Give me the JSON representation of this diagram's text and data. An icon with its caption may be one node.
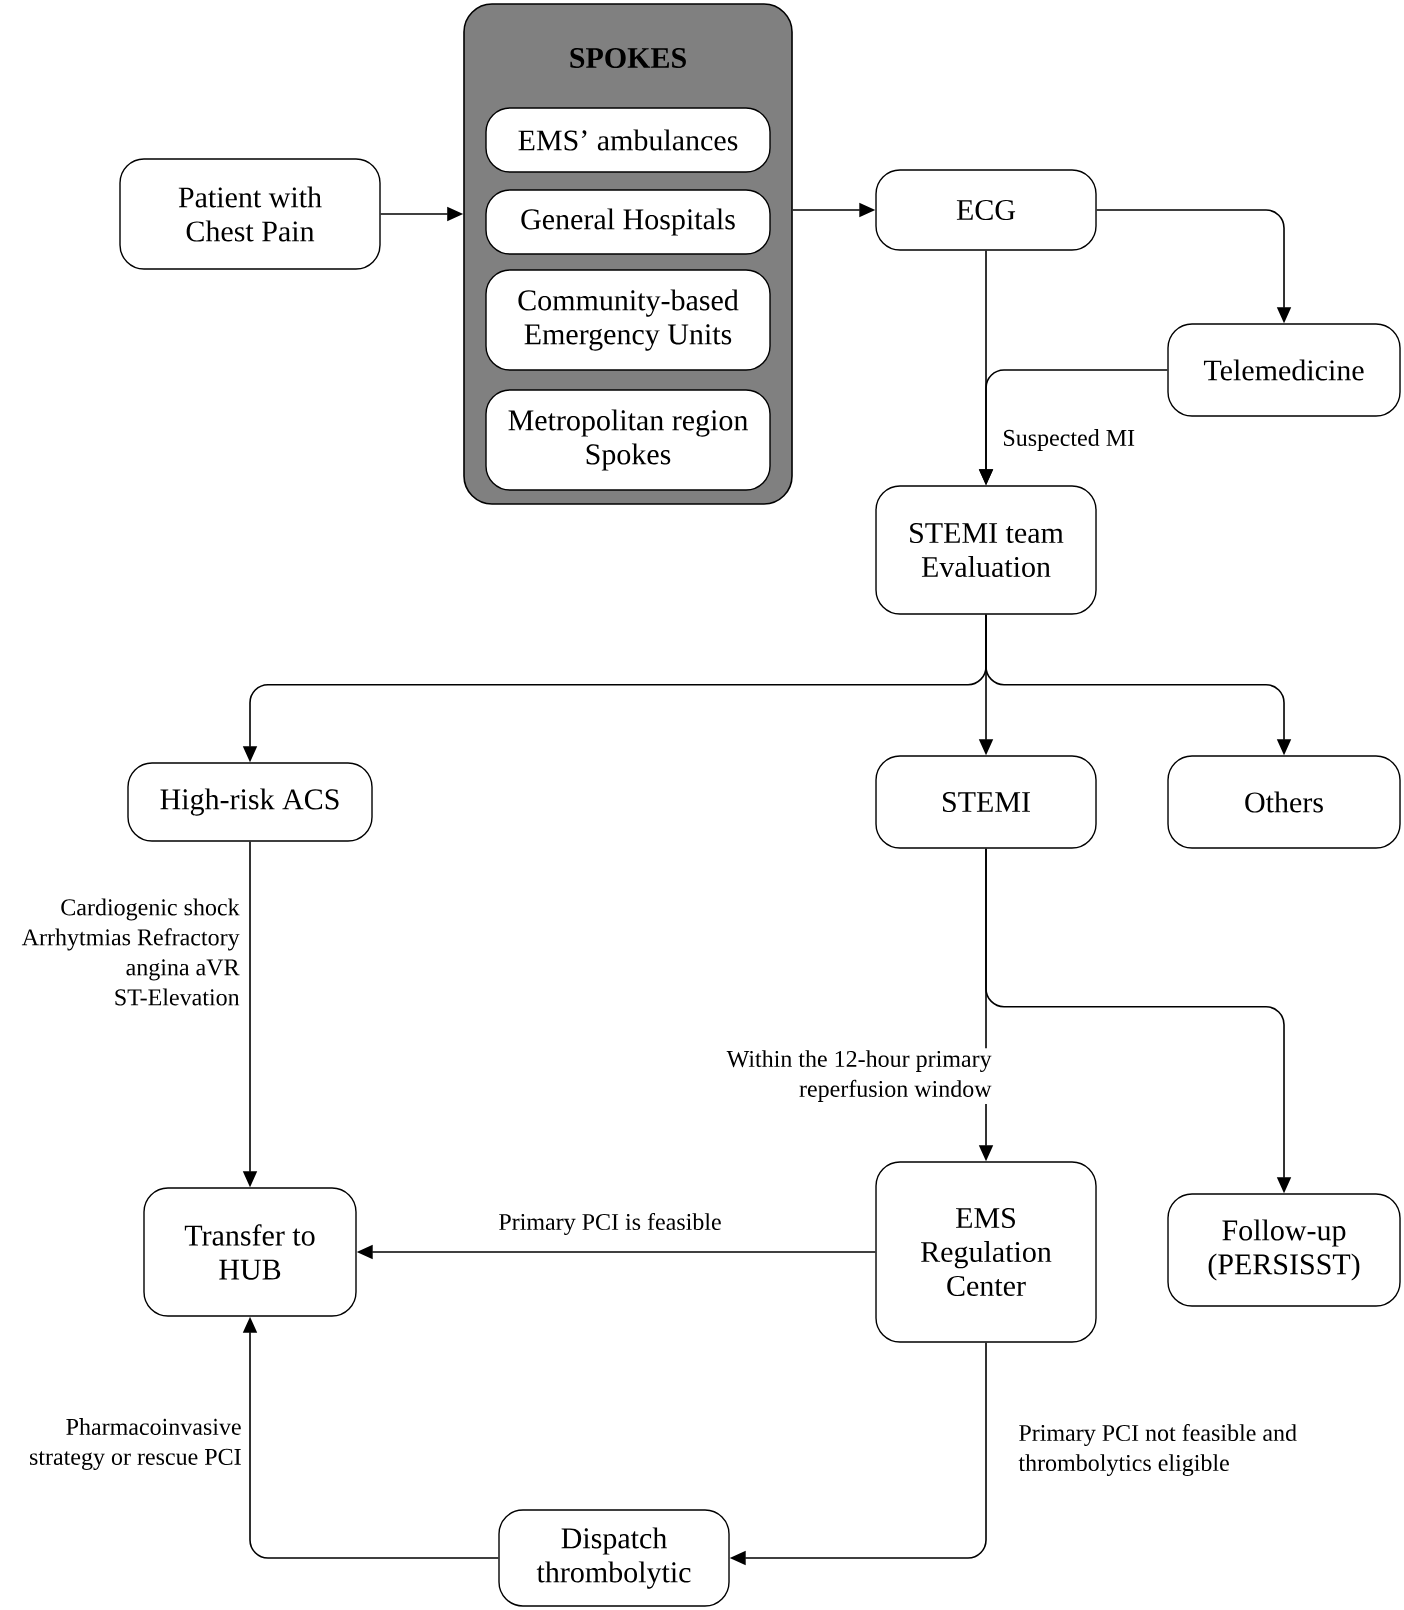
{
  "diagram": {
    "nodes": [
      {
        "text": [
          "Patient with Chest Pain"
        ]
      },
      {
        "text": [
          "SPOKES"
        ]
      },
      {
        "text": [
          "EMS’ ambulances"
        ],
        "in": 1
      },
      {
        "text": [
          "General Hospitals"
        ],
        "in": 1
      },
      {
        "text": [
          "Community-based Emergency Units"
        ],
        "in": 1
      },
      {
        "text": [
          "Metropolitan region Spokes"
        ],
        "in": 1
      },
      {
        "text": [
          "ECG"
        ]
      },
      {
        "text": [
          "Telemedicine"
        ]
      },
      {
        "text": [
          "STEMI team Evaluation"
        ]
      },
      {
        "text": [
          "High-risk ACS"
        ]
      },
      {
        "text": [
          "STEMI"
        ]
      },
      {
        "text": [
          "Others"
        ]
      },
      {
        "text": [
          "Transfer to HUB"
        ]
      },
      {
        "text": [
          "EMS Regulation Center"
        ]
      },
      {
        "text": [
          "Follow-up (PERSISST)"
        ]
      },
      {
        "text": [
          "Dispatch thrombolytic"
        ]
      }
    ],
    "edges": [
      {
        "from": 0,
        "to": 1,
        "arrow": "to"
      },
      {
        "from": 1,
        "to": 6,
        "arrow": "to"
      },
      {
        "from": 6,
        "to": 7,
        "arrow": "to"
      },
      {
        "from": 6,
        "to": 8,
        "arrow": "to",
        "label": "Suspected MI"
      },
      {
        "from": 7,
        "to": 8,
        "arrow": "to"
      },
      {
        "from": 8,
        "to": 9,
        "arrow": "to"
      },
      {
        "from": 8,
        "to": 10,
        "arrow": "to"
      },
      {
        "from": 8,
        "to": 11,
        "arrow": "to"
      },
      {
        "from": 9,
        "to": 12,
        "arrow": "to",
        "label": "Cardiogenic shock Arrhytmias Refractory angina aVR ST-Elevation"
      },
      {
        "from": 10,
        "to": 13,
        "arrow": "to",
        "label": "Within the 12-hour primary reperfusion window"
      },
      {
        "from": 10,
        "to": 14,
        "arrow": "to"
      },
      {
        "from": 13,
        "to": 12,
        "arrow": "to",
        "label": "Primary PCI is feasible"
      },
      {
        "from": 13,
        "to": 15,
        "arrow": "to",
        "label": "Primary PCI not feasible and thrombolytics eligible"
      },
      {
        "from": 15,
        "to": 12,
        "arrow": "to",
        "label": "Pharmacoinvasive strategy or rescue PCI"
      }
    ]
  }
}
